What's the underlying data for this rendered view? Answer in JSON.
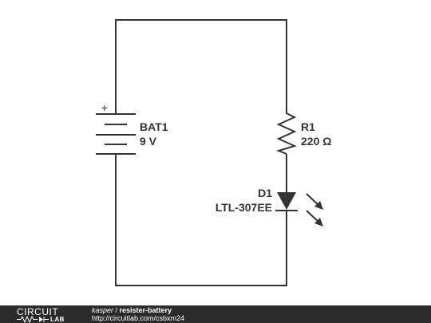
{
  "schematic": {
    "battery": {
      "ref": "BAT1",
      "value": "9 V",
      "polarity": "+"
    },
    "resistor": {
      "ref": "R1",
      "value": "220 Ω"
    },
    "led": {
      "ref": "D1",
      "value": "LTL-307EE"
    },
    "wire_color": "#333333"
  },
  "footer": {
    "logo_top": "CIRCUIT",
    "logo_bottom": "LAB",
    "user": "kasper",
    "separator": " / ",
    "title": "resister-battery",
    "url": "http://circuitlab.com/csbxm24",
    "background": "#2b2b2b"
  }
}
